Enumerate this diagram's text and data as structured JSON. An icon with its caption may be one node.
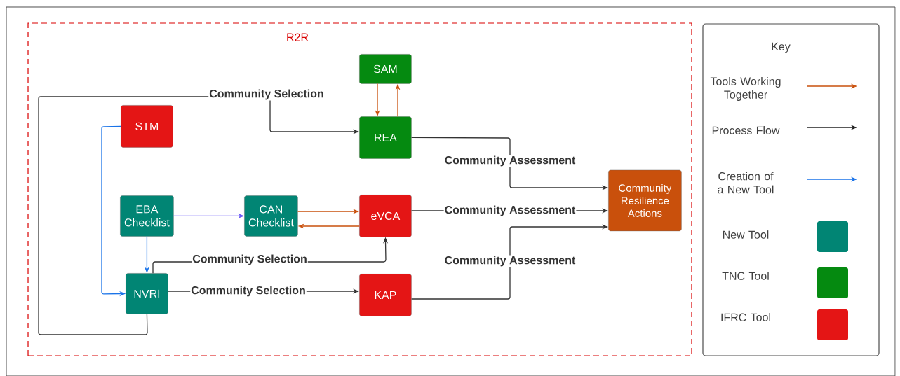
{
  "diagram": {
    "nodes": [
      {
        "text": [
          "R2R"
        ]
      },
      {
        "text": [
          "SAM"
        ],
        "in": 0
      },
      {
        "text": [
          "STM"
        ],
        "in": 0
      },
      {
        "text": [
          "REA"
        ],
        "in": 0
      },
      {
        "text": [
          "EBA Checklist"
        ],
        "in": 0
      },
      {
        "text": [
          "CAN Checklist"
        ],
        "in": 0
      },
      {
        "text": [
          "eVCA"
        ],
        "in": 0
      },
      {
        "text": [
          "Community Resilience Actions"
        ],
        "in": 0
      },
      {
        "text": [
          "NVRI"
        ],
        "in": 0
      },
      {
        "text": [
          "KAP"
        ],
        "in": 0
      },
      {
        "text": [
          "Key"
        ]
      }
    ],
    "edges": [
      {
        "from": 1,
        "to": 3,
        "arrow": "to",
        "color": "#c9500c"
      },
      {
        "from": 3,
        "to": 1,
        "arrow": "to",
        "color": "#c9500c"
      },
      {
        "from": 8,
        "to": 3,
        "arrow": "to",
        "label": "Community Selection"
      },
      {
        "from": 2,
        "to": 8,
        "arrow": "to",
        "color": "#1a73e8"
      },
      {
        "from": 4,
        "to": 5,
        "arrow": "to",
        "color": "#6c5cf5"
      },
      {
        "from": 4,
        "to": 8,
        "arrow": "to",
        "color": "#1a73e8"
      },
      {
        "from": 5,
        "to": 6,
        "arrow": "to",
        "color": "#c9500c"
      },
      {
        "from": 6,
        "to": 5,
        "arrow": "to",
        "color": "#c9500c"
      },
      {
        "from": 8,
        "to": 6,
        "arrow": "to",
        "label": "Community Selection"
      },
      {
        "from": 8,
        "to": 9,
        "arrow": "to",
        "label": "Community Selection"
      },
      {
        "from": 3,
        "to": 7,
        "arrow": "to",
        "label": "Community Assessment"
      },
      {
        "from": 6,
        "to": 7,
        "arrow": "to",
        "label": "Community Assessment"
      },
      {
        "from": 9,
        "to": 7,
        "arrow": "to",
        "label": "Community Assessment"
      }
    ],
    "legend": [
      {
        "text": "Tools Working Together"
      },
      {
        "text": "Process Flow"
      },
      {
        "text": "Creation of a New Tool"
      },
      {
        "text": "New Tool",
        "color": "#018574"
      },
      {
        "text": "TNC Tool",
        "color": "#058a10"
      },
      {
        "text": "IFRC Tool",
        "color": "#e41515"
      }
    ]
  }
}
